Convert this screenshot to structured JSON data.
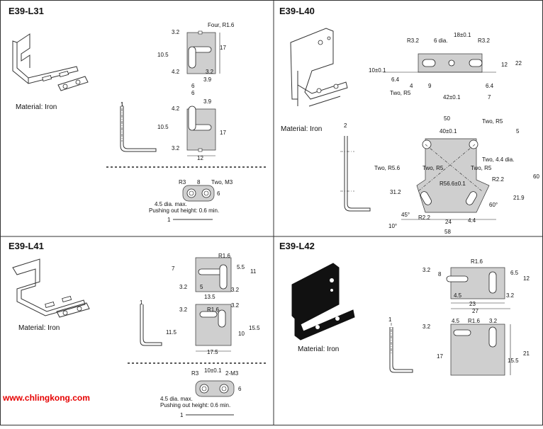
{
  "panels": {
    "l31": {
      "title": "E39-L31",
      "material": "Material: Iron",
      "dims": [
        "3.2",
        "Four, R1.6",
        "10.5",
        "17",
        "4.2",
        "3.2",
        "3.9",
        "6",
        "6",
        "3.9",
        "4.2",
        "10.5",
        "17",
        "3.2",
        "12",
        "1",
        "R3",
        "8",
        "Two, M3",
        "6",
        "4.5 dia. max.",
        "Pushing out height: 0.6 min.",
        "1"
      ]
    },
    "l40": {
      "title": "E39-L40",
      "material": "Material: Iron",
      "dims": [
        "R3.2",
        "6 dia.",
        "18±0.1",
        "R3.2",
        "10±0.1",
        "12",
        "22",
        "6.4",
        "4",
        "9",
        "6.4",
        "Two, R5",
        "42±0.1",
        "7",
        "2",
        "50",
        "40±0.1",
        "Two, R5",
        "5",
        "Two, R5.6",
        "Two, R5",
        "Two, 4.4 dia.",
        "Two, R5",
        "R56.6±0.1",
        "R2.2",
        "31.2",
        "60",
        "21.9",
        "45°",
        "60°",
        "10°",
        "R2.2",
        "24",
        "4.4",
        "58"
      ]
    },
    "l41": {
      "title": "E39-L41",
      "material": "Material: Iron",
      "dims": [
        "R1.6",
        "7",
        "5.5",
        "11",
        "3.2",
        "5",
        "3.2",
        "13.5",
        "1",
        "3.2",
        "R1.6",
        "3.2",
        "11.5",
        "10",
        "15.5",
        "17.5",
        "R3",
        "10±0.1",
        "2-M3",
        "6",
        "4.5 dia. max.",
        "Pushing out height: 0.6 min.",
        "1"
      ]
    },
    "l42": {
      "title": "E39-L42",
      "material": "Material: Iron",
      "dims": [
        "3.2",
        "8",
        "R1.6",
        "6.5",
        "12",
        "4.5",
        "3.2",
        "23",
        "27",
        "1",
        "3.2",
        "4.5",
        "R1.6",
        "3.2",
        "17",
        "15.5",
        "21"
      ]
    }
  },
  "watermark": "www.chlingkong.com",
  "colors": {
    "plate": "#cfcfcf",
    "watermark": "#e60000",
    "bracket_black": "#111111"
  }
}
